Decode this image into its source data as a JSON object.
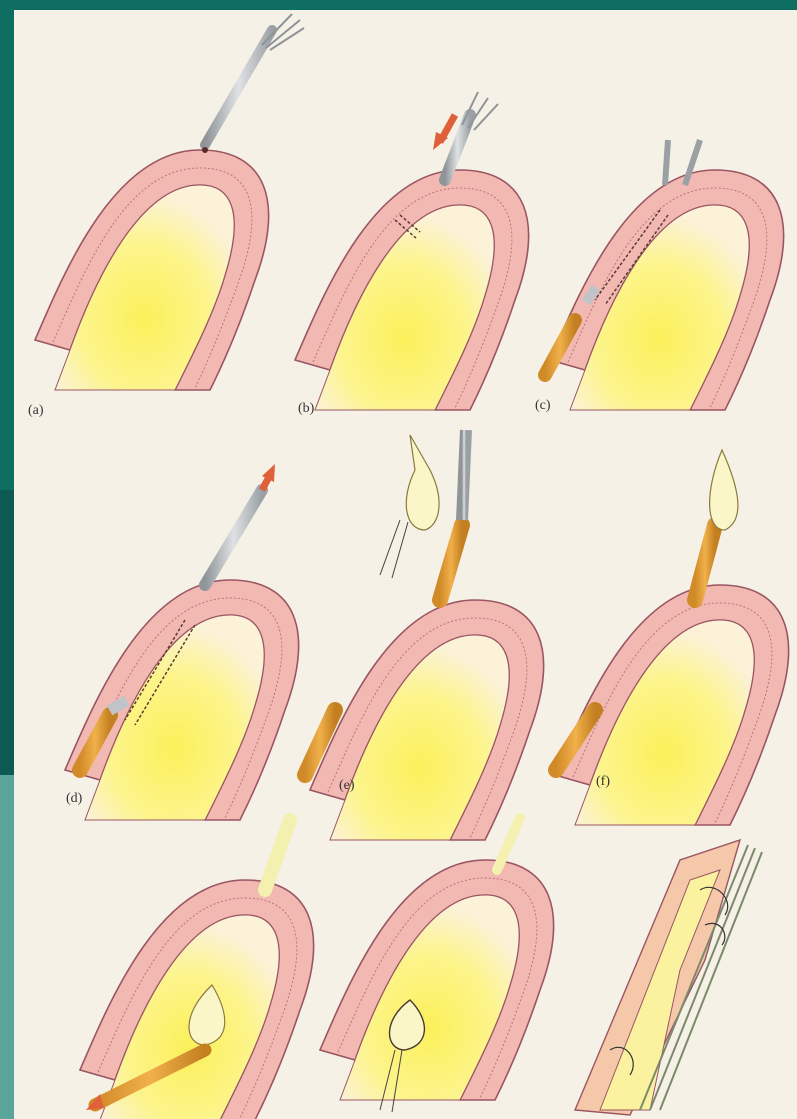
{
  "panels": [
    {
      "id": "a",
      "label": "(a)"
    },
    {
      "id": "b",
      "label": "(b)"
    },
    {
      "id": "c",
      "label": "(c)"
    },
    {
      "id": "d",
      "label": "(d)"
    },
    {
      "id": "e",
      "label": "(e)"
    },
    {
      "id": "f",
      "label": "(f)"
    },
    {
      "id": "g",
      "label": ""
    },
    {
      "id": "h",
      "label": ""
    },
    {
      "id": "i",
      "label": ""
    }
  ],
  "colors": {
    "tissue_outer": "#f0b8b0",
    "tissue_edge": "#b06070",
    "lumen": "#fbf26a",
    "tube": "#e8a23a",
    "instrument": "#b8bcc0",
    "arrow": "#e0603a"
  }
}
